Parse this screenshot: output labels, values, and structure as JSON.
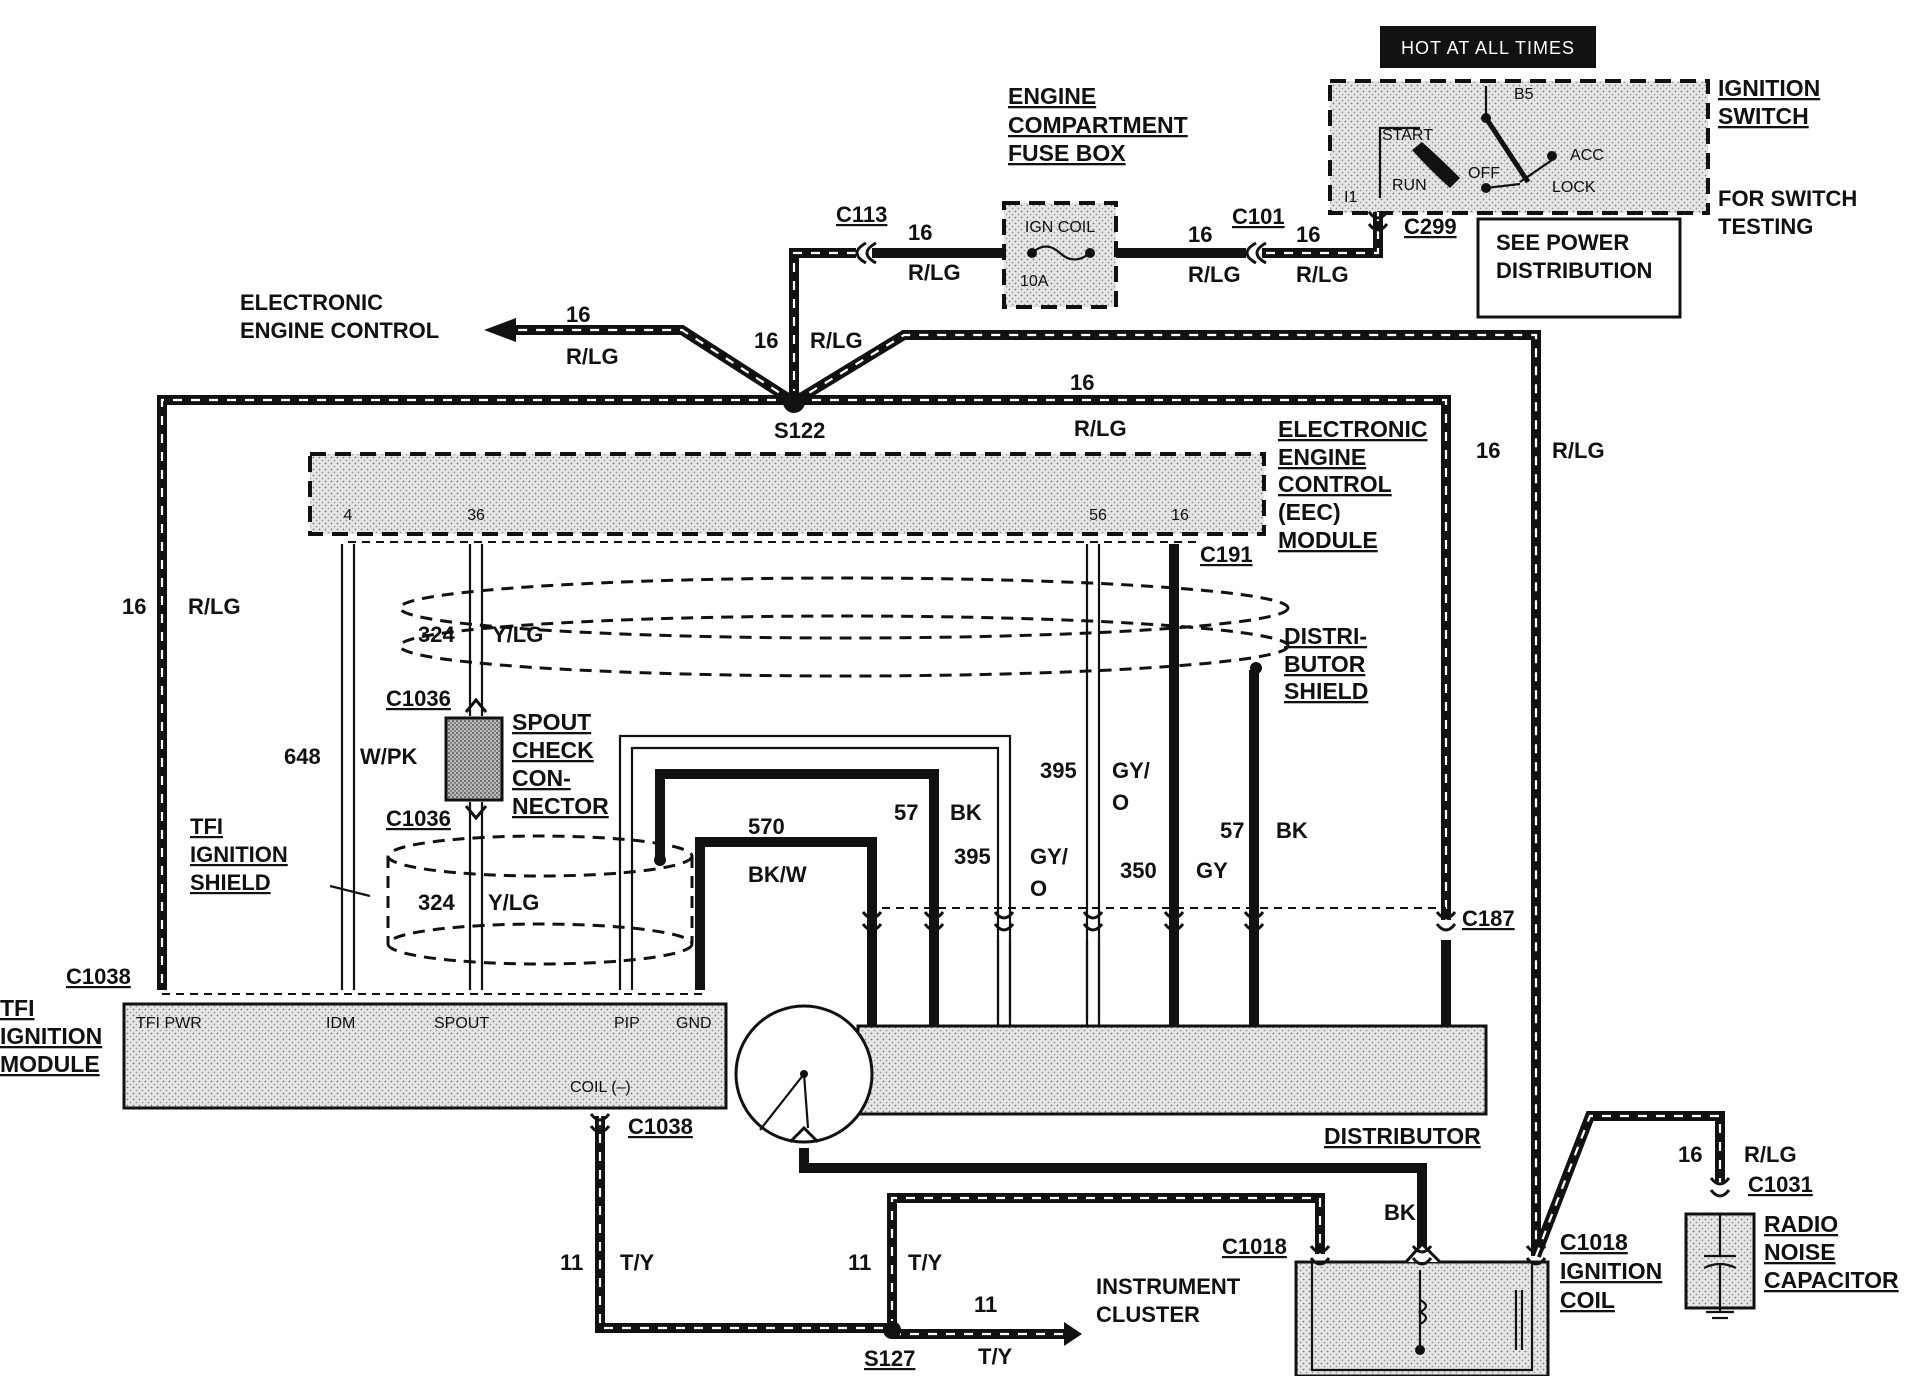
{
  "header": {
    "hot_label": "HOT AT ALL TIMES"
  },
  "components": {
    "ignition_switch": {
      "title": [
        "IGNITION",
        "SWITCH"
      ],
      "positions": [
        "B5",
        "START",
        "ACC",
        "RUN",
        "OFF",
        "LOCK"
      ],
      "terminal": "I1",
      "note": [
        "FOR SWITCH",
        "TESTING"
      ],
      "see": [
        "SEE POWER",
        "DISTRIBUTION"
      ]
    },
    "fuse_box": {
      "title": [
        "ENGINE",
        "COMPARTMENT",
        "FUSE BOX"
      ],
      "fuse_name": "IGN COIL",
      "fuse_rating": "10A"
    },
    "eec_module": {
      "title": [
        "ELECTRONIC",
        "ENGINE",
        "CONTROL",
        "(EEC)",
        "MODULE"
      ],
      "pins": [
        "4",
        "36",
        "56",
        "16"
      ]
    },
    "eec_arrow": {
      "title": [
        "ELECTRONIC",
        "ENGINE CONTROL"
      ]
    },
    "distributor_shield": {
      "title": [
        "DISTRI-",
        "BUTOR",
        "SHIELD"
      ]
    },
    "spout_connector": {
      "title": [
        "SPOUT",
        "CHECK",
        "CON-",
        "NECTOR"
      ]
    },
    "tfi_shield": {
      "title": [
        "TFI",
        "IGNITION",
        "SHIELD"
      ]
    },
    "tfi_module": {
      "title": [
        "TFI",
        "IGNITION",
        "MODULE"
      ],
      "pins": [
        "TFI PWR",
        "IDM",
        "SPOUT",
        "PIP",
        "GND"
      ],
      "coil_pin": "COIL (–)"
    },
    "distributor": {
      "title": "DISTRIBUTOR"
    },
    "ignition_coil": {
      "title": [
        "C1018",
        "IGNITION",
        "COIL"
      ]
    },
    "radio_capacitor": {
      "title": [
        "RADIO",
        "NOISE",
        "CAPACITOR"
      ]
    },
    "instrument_cluster": {
      "title": [
        "INSTRUMENT",
        "CLUSTER"
      ]
    }
  },
  "connectors": {
    "c113": "C113",
    "c101": "C101",
    "c299": "C299",
    "s122": "S122",
    "c191": "C191",
    "c1036_top": "C1036",
    "c1036_bottom": "C1036",
    "c1038_top": "C1038",
    "c1038_bottom": "C1038",
    "c187": "C187",
    "c1031": "C1031",
    "c1018": "C1018",
    "s127": "S127"
  },
  "wires": {
    "w_c113_gauge": "16",
    "w_c113_color": "R/LG",
    "w_c101_gauge": "16",
    "w_c101_color": "R/LG",
    "w_c299_gauge": "16",
    "w_c299_color": "R/LG",
    "w_eec_gauge": "16",
    "w_eec_color": "R/LG",
    "w_s122_gauge": "16",
    "w_s122_color": "R/LG",
    "w_top_gauge": "16",
    "w_top_color": "R/LG",
    "w_coil_feed_gauge": "16",
    "w_coil_feed_color": "R/LG",
    "w_left_gauge": "16",
    "w_left_color": "R/LG",
    "w_324a_circuit": "324",
    "w_324a_color": "Y/LG",
    "w_324b_circuit": "324",
    "w_324b_color": "Y/LG",
    "w_648_circuit": "648",
    "w_648_color": "W/PK",
    "w_570_circuit": "570",
    "w_570_color": "BK/W",
    "w_57a_circuit": "57",
    "w_57a_color": "BK",
    "w_395a_circuit": "395",
    "w_395a_color_1": "GY/",
    "w_395a_color_2": "O",
    "w_395b_circuit": "395",
    "w_395b_color_1": "GY/",
    "w_395b_color_2": "O",
    "w_350_circuit": "350",
    "w_350_color": "GY",
    "w_57b_circuit": "57",
    "w_57b_color": "BK",
    "w_bk_color": "BK",
    "w_cap_gauge": "16",
    "w_cap_color": "R/LG",
    "w_11a_gauge": "11",
    "w_11a_color": "T/Y",
    "w_11b_gauge": "11",
    "w_11b_color": "T/Y",
    "w_11c_gauge": "11",
    "w_11c_color": "T/Y"
  }
}
